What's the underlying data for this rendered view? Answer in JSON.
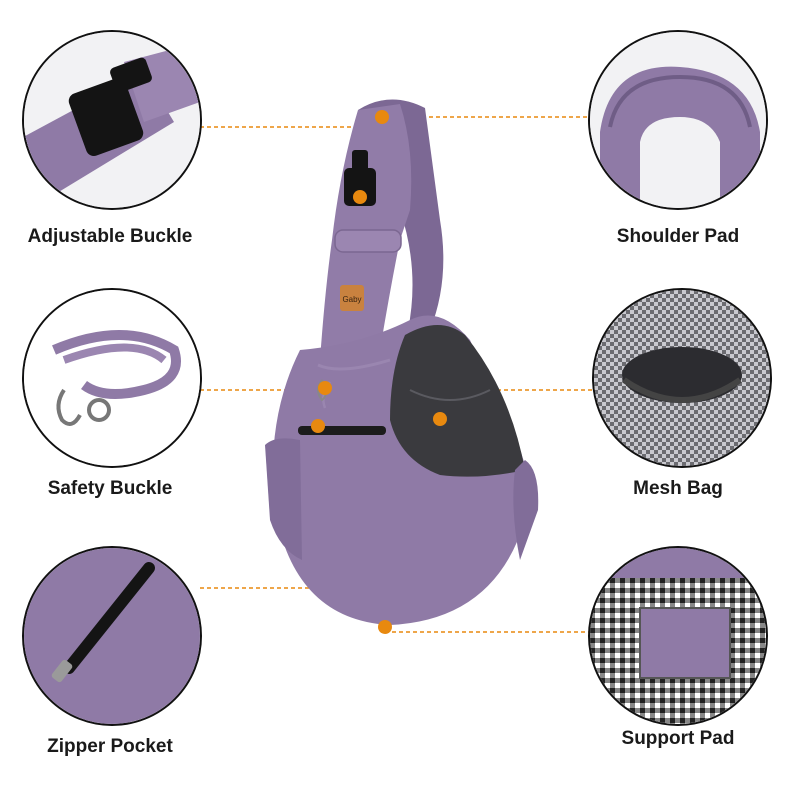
{
  "features": {
    "adjustable_buckle": "Adjustable Buckle",
    "shoulder_pad": "Shoulder Pad",
    "safety_buckle": "Safety Buckle",
    "mesh_bag": "Mesh Bag",
    "zipper_pocket": "Zipper Pocket",
    "support_pad": "Support Pad"
  },
  "product": {
    "tag_text": "Gaby"
  },
  "colors": {
    "fabric": "#8f7aa6",
    "fabric_dark": "#6f5d86",
    "mesh": "#3a3a3e",
    "accent_orange": "#e8890f",
    "buckle": "#141414"
  }
}
